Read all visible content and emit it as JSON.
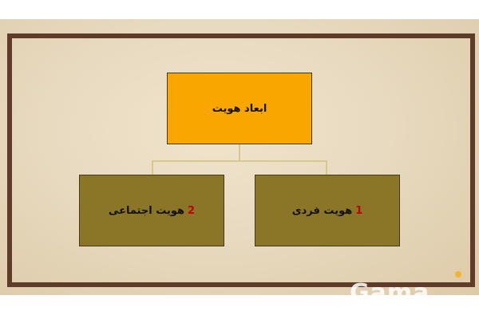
{
  "diagram": {
    "root": {
      "label": "ابعاد هویت"
    },
    "children": [
      {
        "number": "1",
        "label": "هویت فردی"
      },
      {
        "number": "2",
        "label": "هویت اجتماعی"
      }
    ]
  },
  "watermark": {
    "text": "Gama"
  },
  "colors": {
    "root_fill": "#f9a600",
    "child_fill": "#8b7526",
    "frame": "#5e3c29",
    "number": "#c40000",
    "connector": "#d8c88a"
  }
}
